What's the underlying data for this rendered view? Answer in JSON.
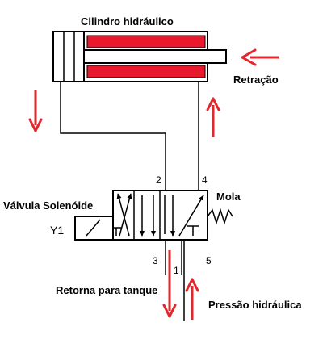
{
  "labels": {
    "cylinder": "Cilindro hidráulico",
    "retraction": "Retração",
    "valve": "Válvula Solenóide",
    "spring": "Mola",
    "coil": "Y1",
    "port_2": "2",
    "port_4": "4",
    "port_3": "3",
    "port_1": "1",
    "port_5": "5",
    "tank_return": "Retorna para tanque",
    "pressure": "Pressão hidráulica"
  },
  "colors": {
    "line": "#000000",
    "fill_red": "#e8192c",
    "arrow_red": "#e3262b"
  }
}
